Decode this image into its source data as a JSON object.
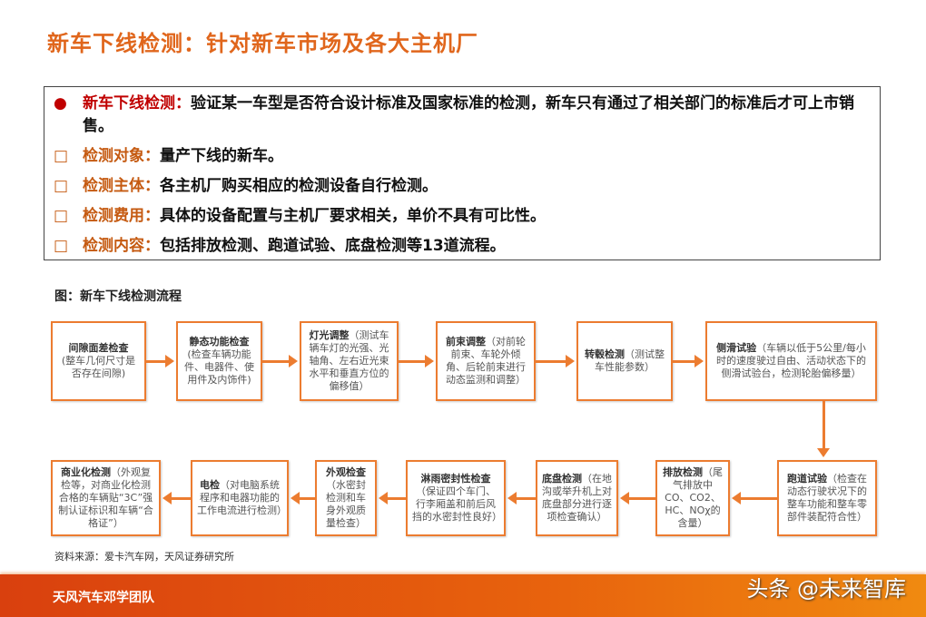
{
  "title": "新车下线检测：针对新车市场及各大主机厂",
  "bullets": [
    {
      "label": "新车下线检测：",
      "text": "验证某一车型是否符合设计标准及国家标准的检测，新车只有通过了相关部门的标准后才可上市销售。",
      "marker": "●"
    },
    {
      "label": "检测对象：",
      "text": "量产下线的新车。",
      "marker": "□"
    },
    {
      "label": "检测主体：",
      "text": "各主机厂购买相应的检测设备自行检测。",
      "marker": "□"
    },
    {
      "label": "检测费用：",
      "text": "具体的设备配置与主机厂要求相关，单价不具有可比性。",
      "marker": "□"
    },
    {
      "label": "检测内容：",
      "text": "包括排放检测、跑道试验、底盘检测等13道流程。",
      "marker": "□"
    }
  ],
  "figure_caption": "图：新车下线检测流程",
  "steps": [
    {
      "name": "间隙面差检查",
      "desc": "(整车几何尺寸是否存在间隙)"
    },
    {
      "name": "静态功能检查",
      "desc": "(检查车辆功能件、电器件、使用件及内饰件)"
    },
    {
      "name": "灯光调整",
      "desc": "（测试车辆车灯的光强、光轴角、左右近光束水平和垂直方位的偏移值）"
    },
    {
      "name": "前束调整",
      "desc": "（对前轮前束、车轮外倾角、后轮前束进行动态监测和调整）"
    },
    {
      "name": "转毂检测",
      "desc": "（测试整车性能参数）"
    },
    {
      "name": "侧滑试验",
      "desc": "（车辆以低于5公里/每小时的速度驶过自由、活动状态下的侧滑试验台，检测轮胎偏移量）"
    },
    {
      "name": "跑道试验",
      "desc": "（检查在动态行驶状况下的整车功能和整车零部件装配符合性）"
    },
    {
      "name": "排放检测",
      "desc": "（尾气排放中CO、CO2、HC、NOχ的含量）"
    },
    {
      "name": "底盘检测",
      "desc": "（在地沟或举升机上对底盘部分进行逐项检查确认）"
    },
    {
      "name": "淋雨密封性检查",
      "desc": "（保证四个车门、行李厢盖和前后风挡的水密封性良好）"
    },
    {
      "name": "外观检查",
      "desc": "（水密封检测和车身外观质量检查）"
    },
    {
      "name": "电检",
      "desc": "（对电脑系统程序和电器功能的工作电流进行检测）"
    },
    {
      "name": "商业化检测",
      "desc": "（外观复检等，对商业化检测合格的车辆贴“3C”强制认证标识和车辆“合格证”）"
    }
  ],
  "source": "资料来源：爱卡汽车网，天风证券研究所",
  "footer": {
    "team": "天风汽车邓学团队",
    "watermark": "头条 @未来智库"
  },
  "colors": {
    "title": "#e0661c",
    "accent": "#ec7c30",
    "label_red": "#c00000",
    "label_orange": "#c55a11"
  }
}
